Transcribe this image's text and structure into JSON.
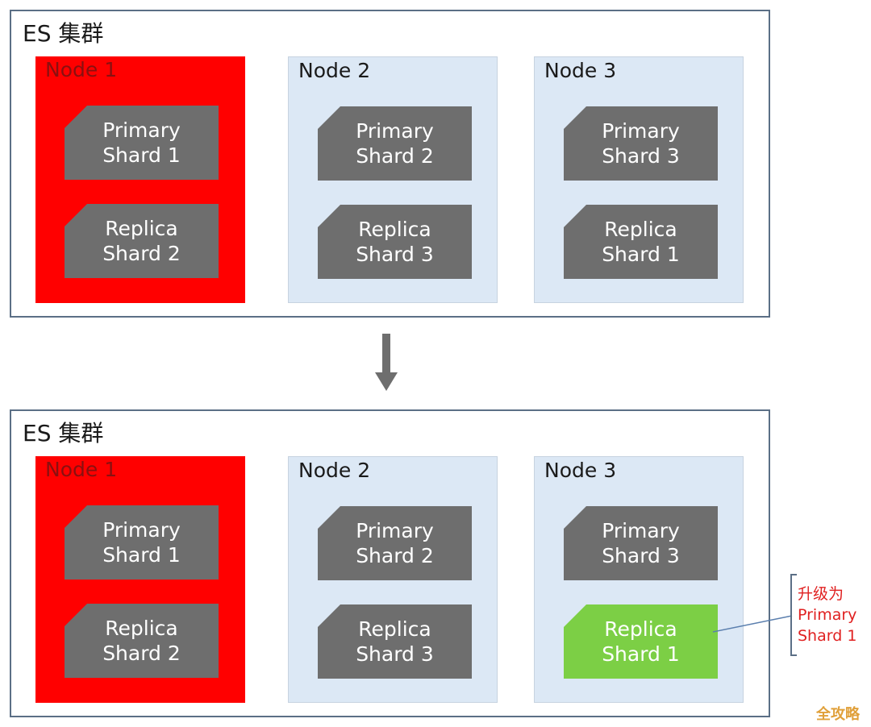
{
  "before": {
    "cluster_title": "ES 集群",
    "nodes": [
      {
        "label": "Node 1",
        "shards": [
          {
            "line1": "Primary",
            "line2": "Shard 1"
          },
          {
            "line1": "Replica",
            "line2": "Shard 2"
          }
        ]
      },
      {
        "label": "Node 2",
        "shards": [
          {
            "line1": "Primary",
            "line2": "Shard 2"
          },
          {
            "line1": "Replica",
            "line2": "Shard 3"
          }
        ]
      },
      {
        "label": "Node 3",
        "shards": [
          {
            "line1": "Primary",
            "line2": "Shard 3"
          },
          {
            "line1": "Replica",
            "line2": "Shard 1"
          }
        ]
      }
    ]
  },
  "after": {
    "cluster_title": "ES 集群",
    "nodes": [
      {
        "label": "Node 1",
        "shards": [
          {
            "line1": "Primary",
            "line2": "Shard 1"
          },
          {
            "line1": "Replica",
            "line2": "Shard 2"
          }
        ]
      },
      {
        "label": "Node 2",
        "shards": [
          {
            "line1": "Primary",
            "line2": "Shard 2"
          },
          {
            "line1": "Replica",
            "line2": "Shard 3"
          }
        ]
      },
      {
        "label": "Node 3",
        "shards": [
          {
            "line1": "Primary",
            "line2": "Shard 3"
          },
          {
            "line1": "Replica",
            "line2": "Shard 1"
          }
        ]
      }
    ]
  },
  "callout": {
    "line1": "升级为",
    "line2": "Primary",
    "line3": "Shard 1"
  },
  "watermark": "全攻略",
  "colors": {
    "failed_node": "#ff0000",
    "node_bg": "#dce8f5",
    "shard": "#6e6e6e",
    "promoted_shard": "#7ccf45",
    "callout_text": "#e02020",
    "border": "#5b6f86"
  }
}
